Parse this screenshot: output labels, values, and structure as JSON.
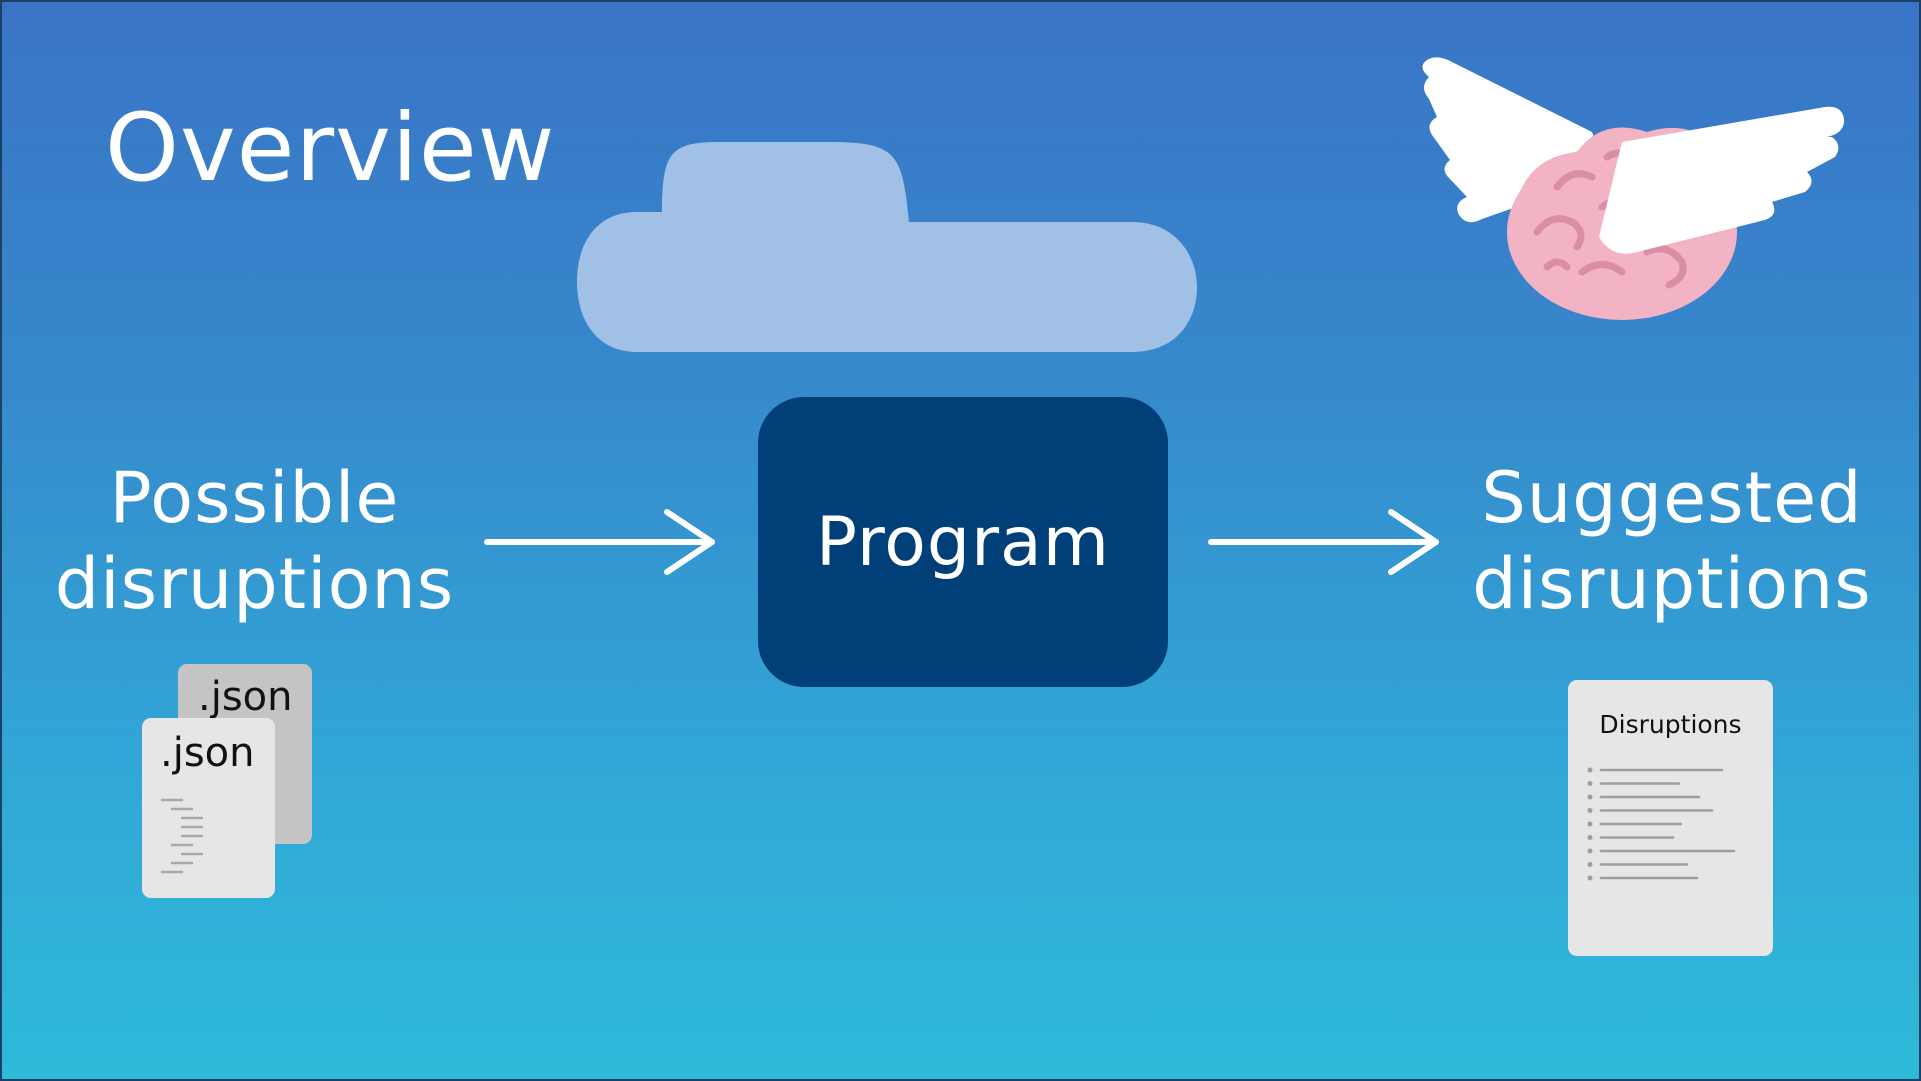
{
  "title": "Overview",
  "input": {
    "label_line1": "Possible",
    "label_line2": "disruptions"
  },
  "program": {
    "label": "Program"
  },
  "output": {
    "label_line1": "Suggested",
    "label_line2": "disruptions"
  },
  "files": {
    "back_label": ".json",
    "front_label": ".json"
  },
  "report": {
    "title": "Disruptions",
    "list_item_count": 9
  },
  "colors": {
    "background_top": "#3a74c6",
    "background_bottom": "#2ebad9",
    "program_box": "#003f78",
    "cloud": "#a0c1e5",
    "text": "#ffffff",
    "brain": "#f2b3c4",
    "document_light": "#e6e6e6",
    "document_dark": "#c4c4c4"
  },
  "icons": {
    "cloud": "cloud-icon",
    "brain": "winged-brain-icon",
    "arrows": "arrow-right-icon",
    "files": "json-file-icon",
    "report": "document-list-icon"
  }
}
